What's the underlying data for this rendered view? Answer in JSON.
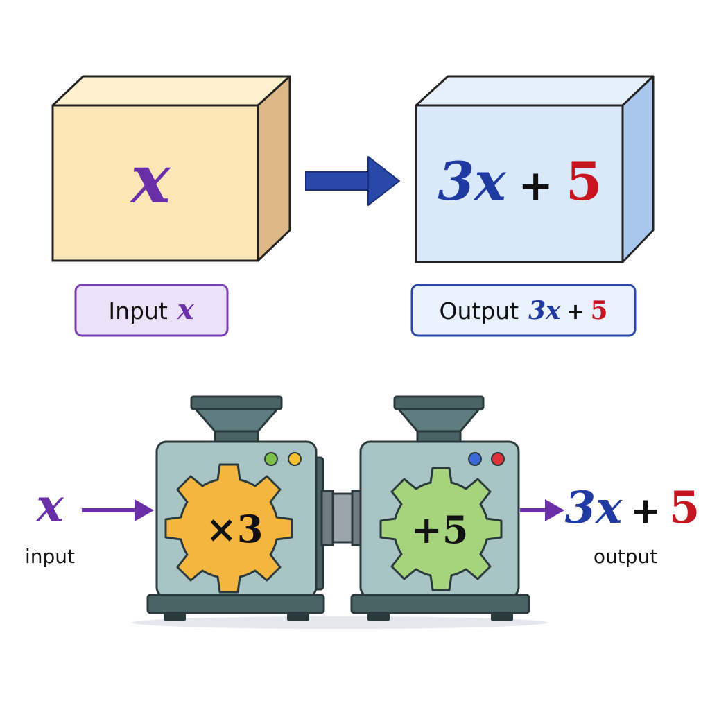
{
  "top": {
    "input_box": {
      "symbol": "x"
    },
    "output_box": {
      "coef": "3x",
      "plus": "+",
      "constant": "5"
    },
    "input_label": {
      "text": "Input",
      "symbol": "x"
    },
    "output_label": {
      "text": "Output",
      "coef": "3x",
      "plus": "+",
      "constant": "5"
    }
  },
  "bottom": {
    "input": {
      "symbol": "x",
      "caption": "input"
    },
    "machine_1": {
      "operation": "×3"
    },
    "machine_2": {
      "operation": "+5"
    },
    "output": {
      "coef": "3x",
      "plus": "+",
      "constant": "5",
      "caption": "output"
    }
  },
  "colors": {
    "variable": "#6a2ea8",
    "coefficient": "#1f3aa0",
    "constant": "#c8141e",
    "input_cube": "#fbe6b8",
    "output_cube": "#d9e8fb",
    "gear_multiply": "#f5b640",
    "gear_add": "#a6d47c",
    "machine_body": "#a9c4c4",
    "machine_dark": "#4a6466"
  }
}
